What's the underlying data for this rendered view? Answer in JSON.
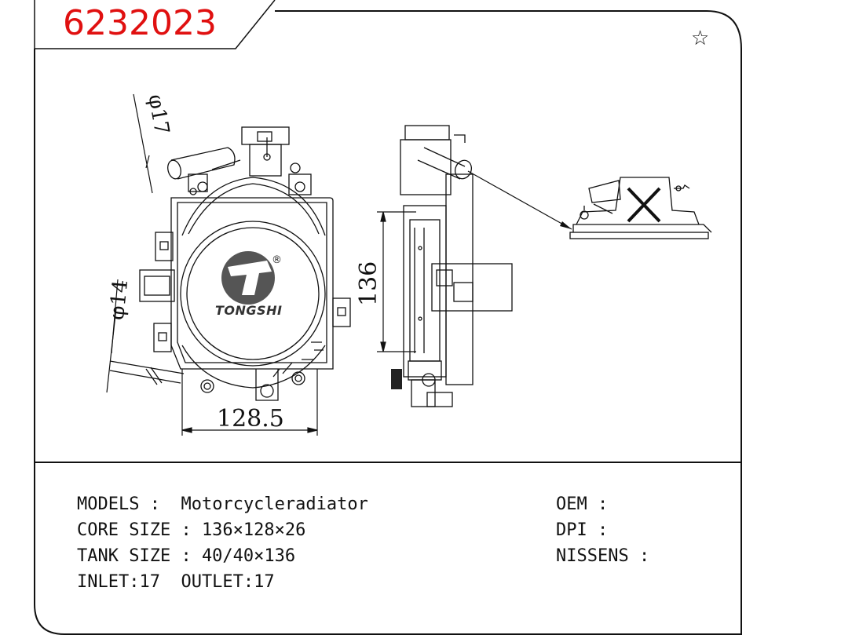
{
  "header": {
    "part_number": "6232023",
    "favorite_icon": "star-outline-icon",
    "part_number_color": "#e01010"
  },
  "drawing": {
    "dim_diameter_17": "φ17",
    "dim_diameter_14": "φ14",
    "dim_width": "128.5",
    "dim_height": "136",
    "logo_text": "TONGSHI",
    "logo_registered": "®"
  },
  "specs": {
    "models_label": "MODELS :",
    "models_value": "Motorcycleradiator",
    "core_size": "CORE SIZE : 136×128×26",
    "tank_size": "TANK SIZE : 40/40×136",
    "inlet_outlet": "INLET:17  OUTLET:17"
  },
  "refs": {
    "oem": "OEM :",
    "dpi": "DPI :",
    "nissens": "NISSENS :"
  }
}
